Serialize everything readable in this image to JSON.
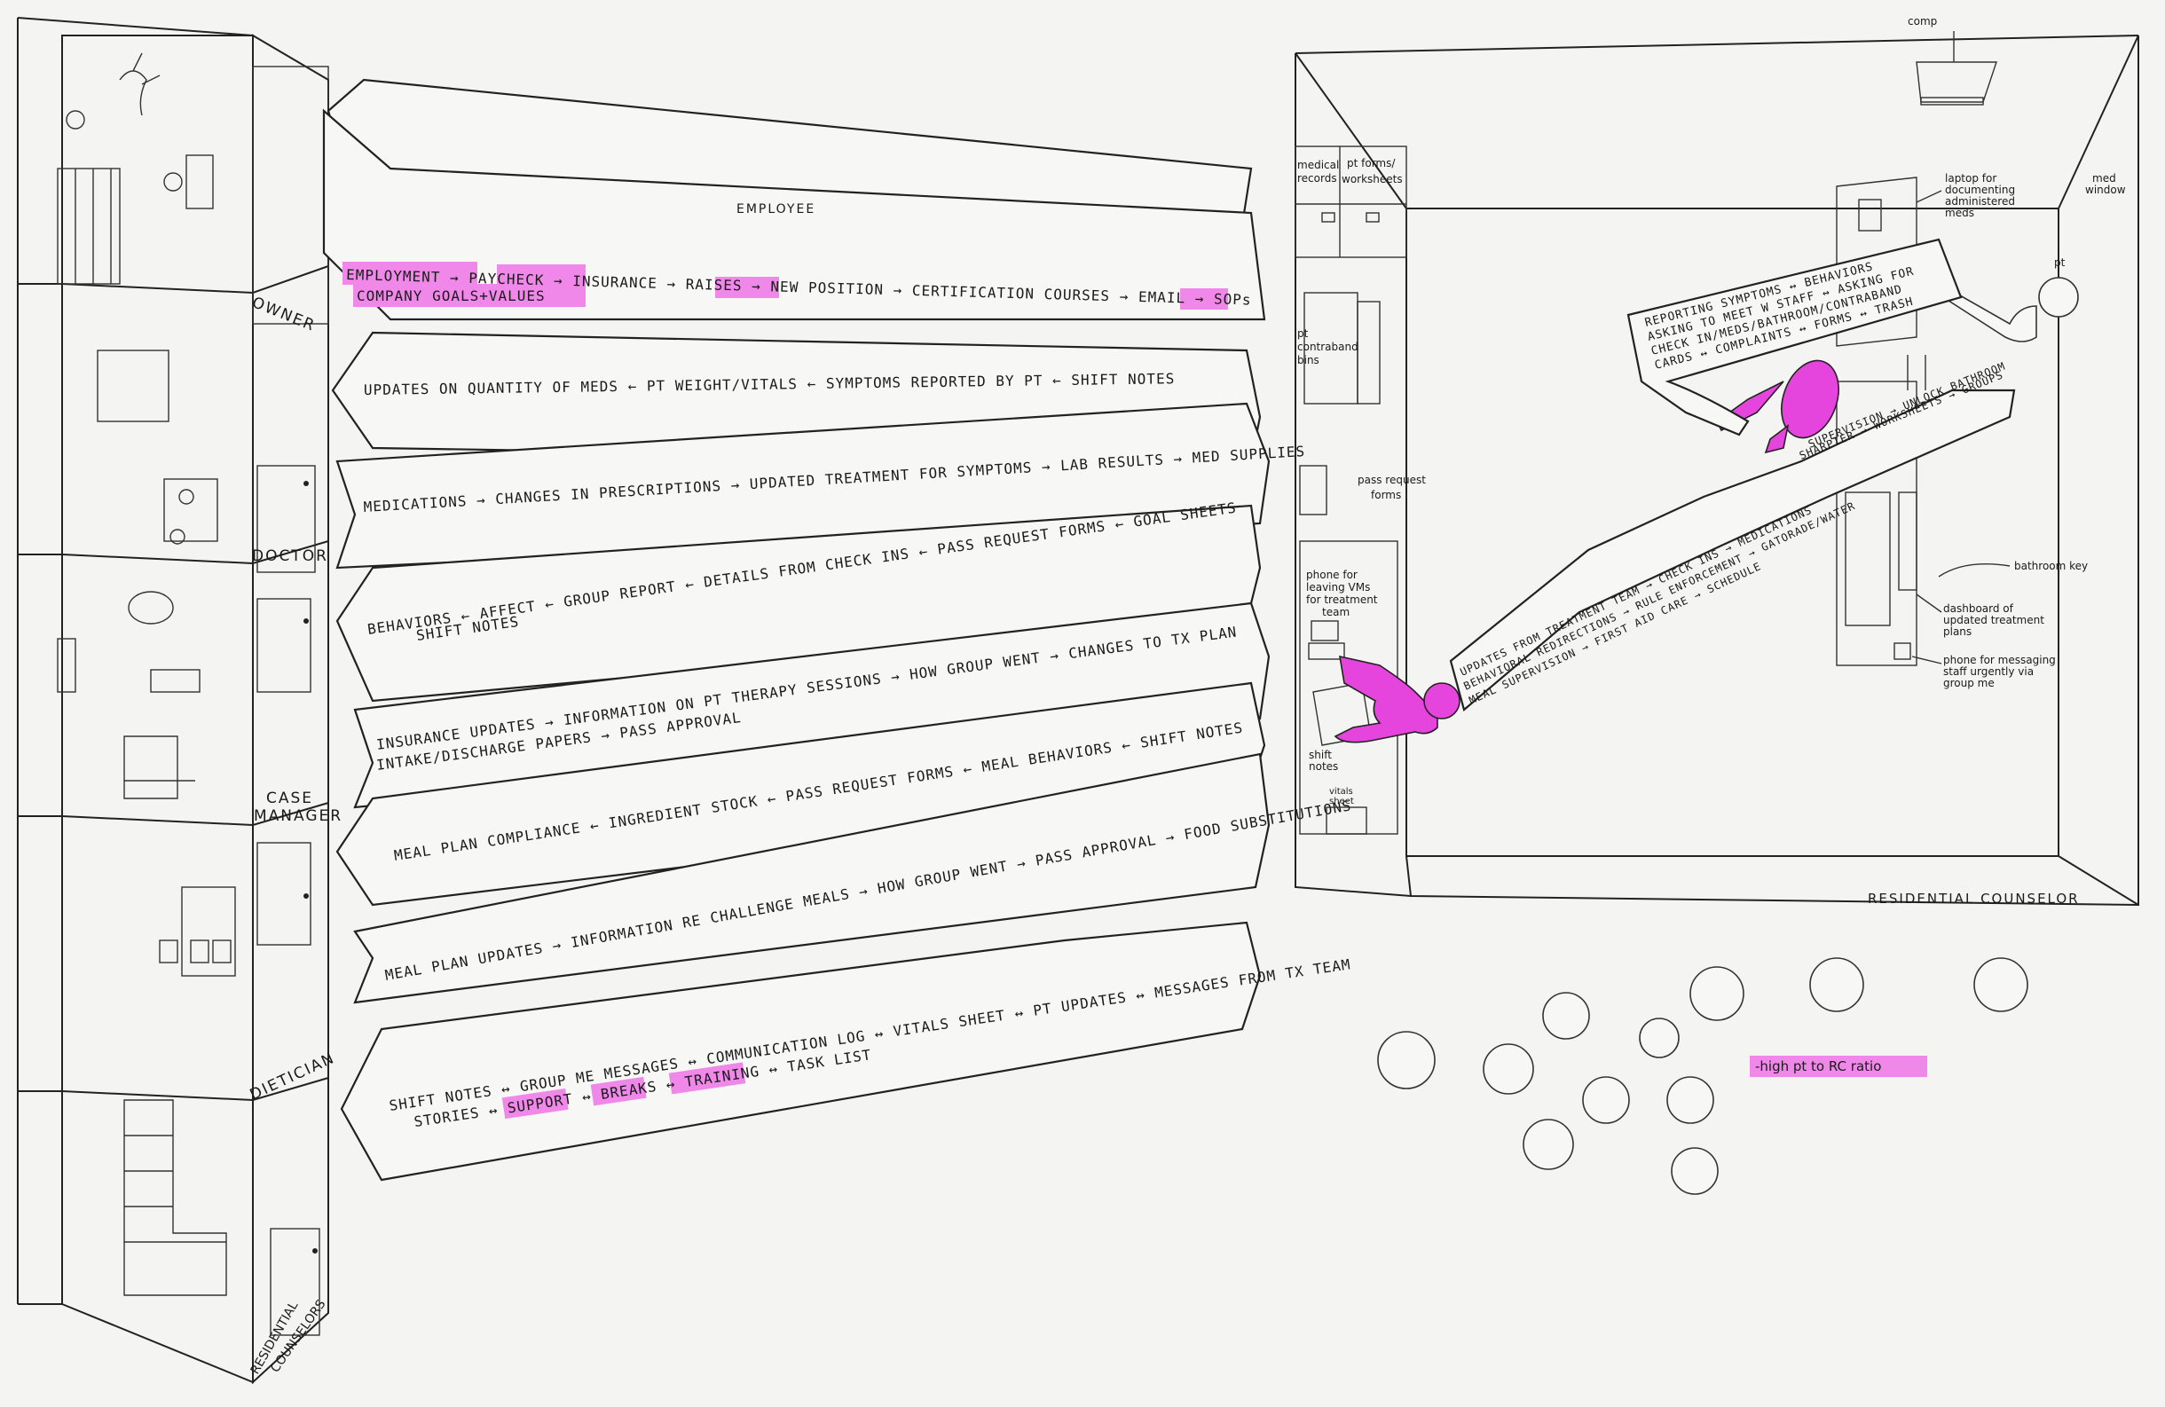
{
  "roles": {
    "owner": "OWNER",
    "doctor": "DOCTOR",
    "case_manager_1": "CASE",
    "case_manager_2": "MANAGER",
    "dietician": "DIETICIAN",
    "residential_counselors_1": "RESIDENTIAL",
    "residential_counselors_2": "COUNSELORS",
    "employee": "EMPLOYEE",
    "residential_counselor": "RESIDENTIAL COUNSELOR",
    "comp": "comp"
  },
  "arrows": {
    "owner": {
      "line1_parts": [
        {
          "text": "EMPLOYMENT",
          "highlight": true
        },
        {
          "text": " → ",
          "highlight": false
        },
        {
          "text": "PAYCHECK",
          "highlight": true
        },
        {
          "text": " → INSURANCE → ",
          "highlight": false
        },
        {
          "text": "RAISES",
          "highlight": true
        },
        {
          "text": " → NEW POSITION → CERTIFICATION COURSES → EMAIL → ",
          "highlight": false
        },
        {
          "text": "SOPs",
          "highlight": true
        }
      ],
      "line2": "COMPANY GOALS+VALUES"
    },
    "doctor_in": "UPDATES ON QUANTITY OF MEDS ← PT WEIGHT/VITALS ← SYMPTOMS REPORTED BY PT ← SHIFT NOTES",
    "doctor_out": "MEDICATIONS → CHANGES IN PRESCRIPTIONS → UPDATED TREATMENT FOR SYMPTOMS → LAB RESULTS → MED SUPPLIES",
    "case_in_line1": "BEHAVIORS ← AFFECT ← GROUP REPORT ← DETAILS FROM CHECK INS ← PASS REQUEST FORMS ← GOAL SHEETS",
    "case_in_line2": "SHIFT NOTES",
    "case_out_line1": "INSURANCE UPDATES → INFORMATION ON PT THERAPY SESSIONS → HOW GROUP WENT → CHANGES TO TX PLAN",
    "case_out_line2": "INTAKE/DISCHARGE PAPERS → PASS APPROVAL",
    "diet_in": "MEAL PLAN COMPLIANCE ← INGREDIENT STOCK ← PASS REQUEST FORMS ← MEAL BEHAVIORS ← SHIFT NOTES",
    "diet_out": "MEAL PLAN UPDATES → INFORMATION RE CHALLENGE MEALS → HOW GROUP WENT → PASS APPROVAL → FOOD SUBSTITUTIONS",
    "rc": {
      "line1_parts": [
        {
          "text": "SHIFT NOTES ↔ GROUP ME MESSAGES ↔ COMMUNICATION LOG ↔ VITALS SHEET ↔ PT UPDATES ↔ MESSAGES FROM TX TEAM",
          "highlight": false
        }
      ],
      "line2_parts": [
        {
          "text": "STORIES ↔ ",
          "highlight": false
        },
        {
          "text": "SUPPORT",
          "highlight": true
        },
        {
          "text": " ↔ ",
          "highlight": false
        },
        {
          "text": "BREAKS",
          "highlight": true
        },
        {
          "text": " ↔ ",
          "highlight": false
        },
        {
          "text": "TRAINING",
          "highlight": true
        },
        {
          "text": " ↔ TASK LIST",
          "highlight": false
        }
      ]
    }
  },
  "room": {
    "medical_records_1": "medical",
    "medical_records_2": "records",
    "pt_forms_1": "pt forms/",
    "pt_forms_2": "worksheets",
    "pt_contraband_1": "pt",
    "pt_contraband_2": "contraband",
    "pt_contraband_3": "bins",
    "pass_request_1": "pass request",
    "pass_request_2": "forms",
    "phone_vms_1": "phone for",
    "phone_vms_2": "leaving VMs",
    "phone_vms_3": "for treatment",
    "phone_vms_4": "team",
    "shift_notes_1": "shift",
    "shift_notes_2": "notes",
    "vitals_sheet_1": "vitals",
    "vitals_sheet_2": "sheet",
    "laptop_1": "laptop for",
    "laptop_2": "documenting",
    "laptop_3": "administered",
    "laptop_4": "meds",
    "med_window_1": "med",
    "med_window_2": "window",
    "pt": "pt",
    "bathroom_key": "bathroom key",
    "dashboard_1": "dashboard of",
    "dashboard_2": "updated treatment",
    "dashboard_3": "plans",
    "phone_msg_1": "phone for messaging",
    "phone_msg_2": "staff urgently via",
    "phone_msg_3": "group me",
    "ratio_note": "-high pt to RC ratio"
  },
  "pt_band": {
    "lines": [
      "REPORTING SYMPTOMS ↔ BEHAVIORS",
      "ASKING TO MEET W STAFF ↔ ASKING FOR",
      "CHECK IN/MEDS/BATHROOM/CONTRABAND",
      "CARDS ↔ COMPLAINTS ↔ FORMS ↔ TRASH"
    ]
  },
  "rc_band": {
    "lines": [
      "SUPERVISION → UNLOCK BATHROOM",
      "SHARPIER → WORKSHEETS → GROUPS",
      "UPDATES FROM TREATMENT TEAM → CHECK INS → MEDICATIONS",
      "BEHAVIORAL REDIRECTIONS → RULE ENFORCEMENT → GATORADE/WATER",
      "MEAL SUPERVISION → FIRST AID CARE → SCHEDULE"
    ]
  },
  "colors": {
    "highlight": "#f088ea",
    "figure": "#e645dd",
    "ink": "#1a1a1a",
    "paper": "#f4f4f2"
  }
}
